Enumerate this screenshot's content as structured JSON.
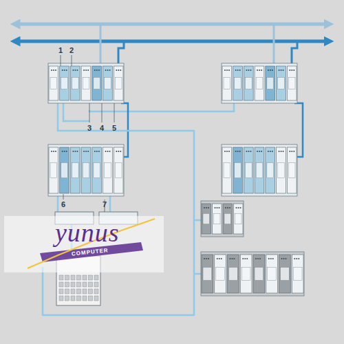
{
  "diagram": {
    "labels": [
      "1",
      "2",
      "3",
      "4",
      "5",
      "6",
      "7",
      "yunus",
      "COMPUTER"
    ]
  }
}
